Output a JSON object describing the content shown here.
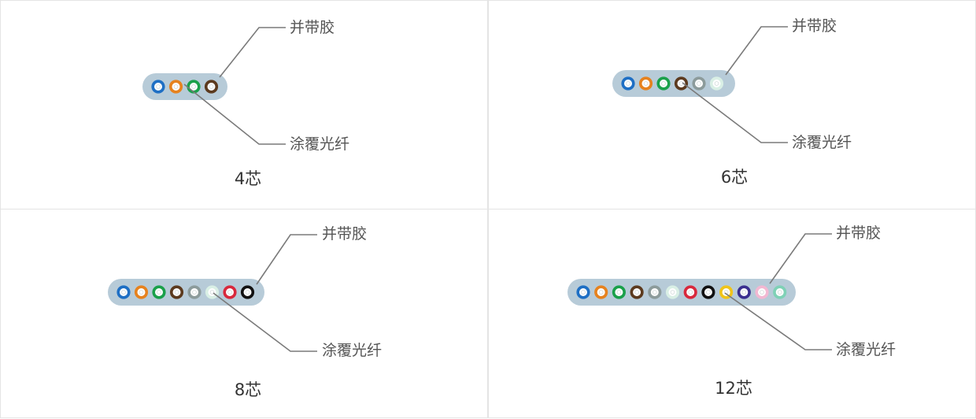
{
  "panels": [
    {
      "caption": "4芯",
      "ribbon_label": "并带胶",
      "fiber_label": "涂覆光纤",
      "fiber_colors": [
        "#1e6fc4",
        "#e6821e",
        "#1aa04a",
        "#5c3a1e"
      ]
    },
    {
      "caption": "6芯",
      "ribbon_label": "并带胶",
      "fiber_label": "涂覆光纤",
      "fiber_colors": [
        "#1e6fc4",
        "#e6821e",
        "#1aa04a",
        "#5c3a1e",
        "#8c9b9b",
        "#d9efe5"
      ]
    },
    {
      "caption": "8芯",
      "ribbon_label": "并带胶",
      "fiber_label": "涂覆光纤",
      "fiber_colors": [
        "#1e6fc4",
        "#e6821e",
        "#1aa04a",
        "#5c3a1e",
        "#8c9b9b",
        "#d9efe5",
        "#d8283c",
        "#111111"
      ]
    },
    {
      "caption": "12芯",
      "ribbon_label": "并带胶",
      "fiber_label": "涂覆光纤",
      "fiber_colors": [
        "#1e6fc4",
        "#e6821e",
        "#1aa04a",
        "#5c3a1e",
        "#8c9b9b",
        "#d9efe5",
        "#d8283c",
        "#111111",
        "#f0c419",
        "#3a2f8f",
        "#f2b8d2",
        "#7fd1b6"
      ]
    }
  ],
  "colors": {
    "ribbon": "#b7cbd8",
    "leader_line": "#7a7a7a",
    "fiber_core": "#ffffff"
  }
}
